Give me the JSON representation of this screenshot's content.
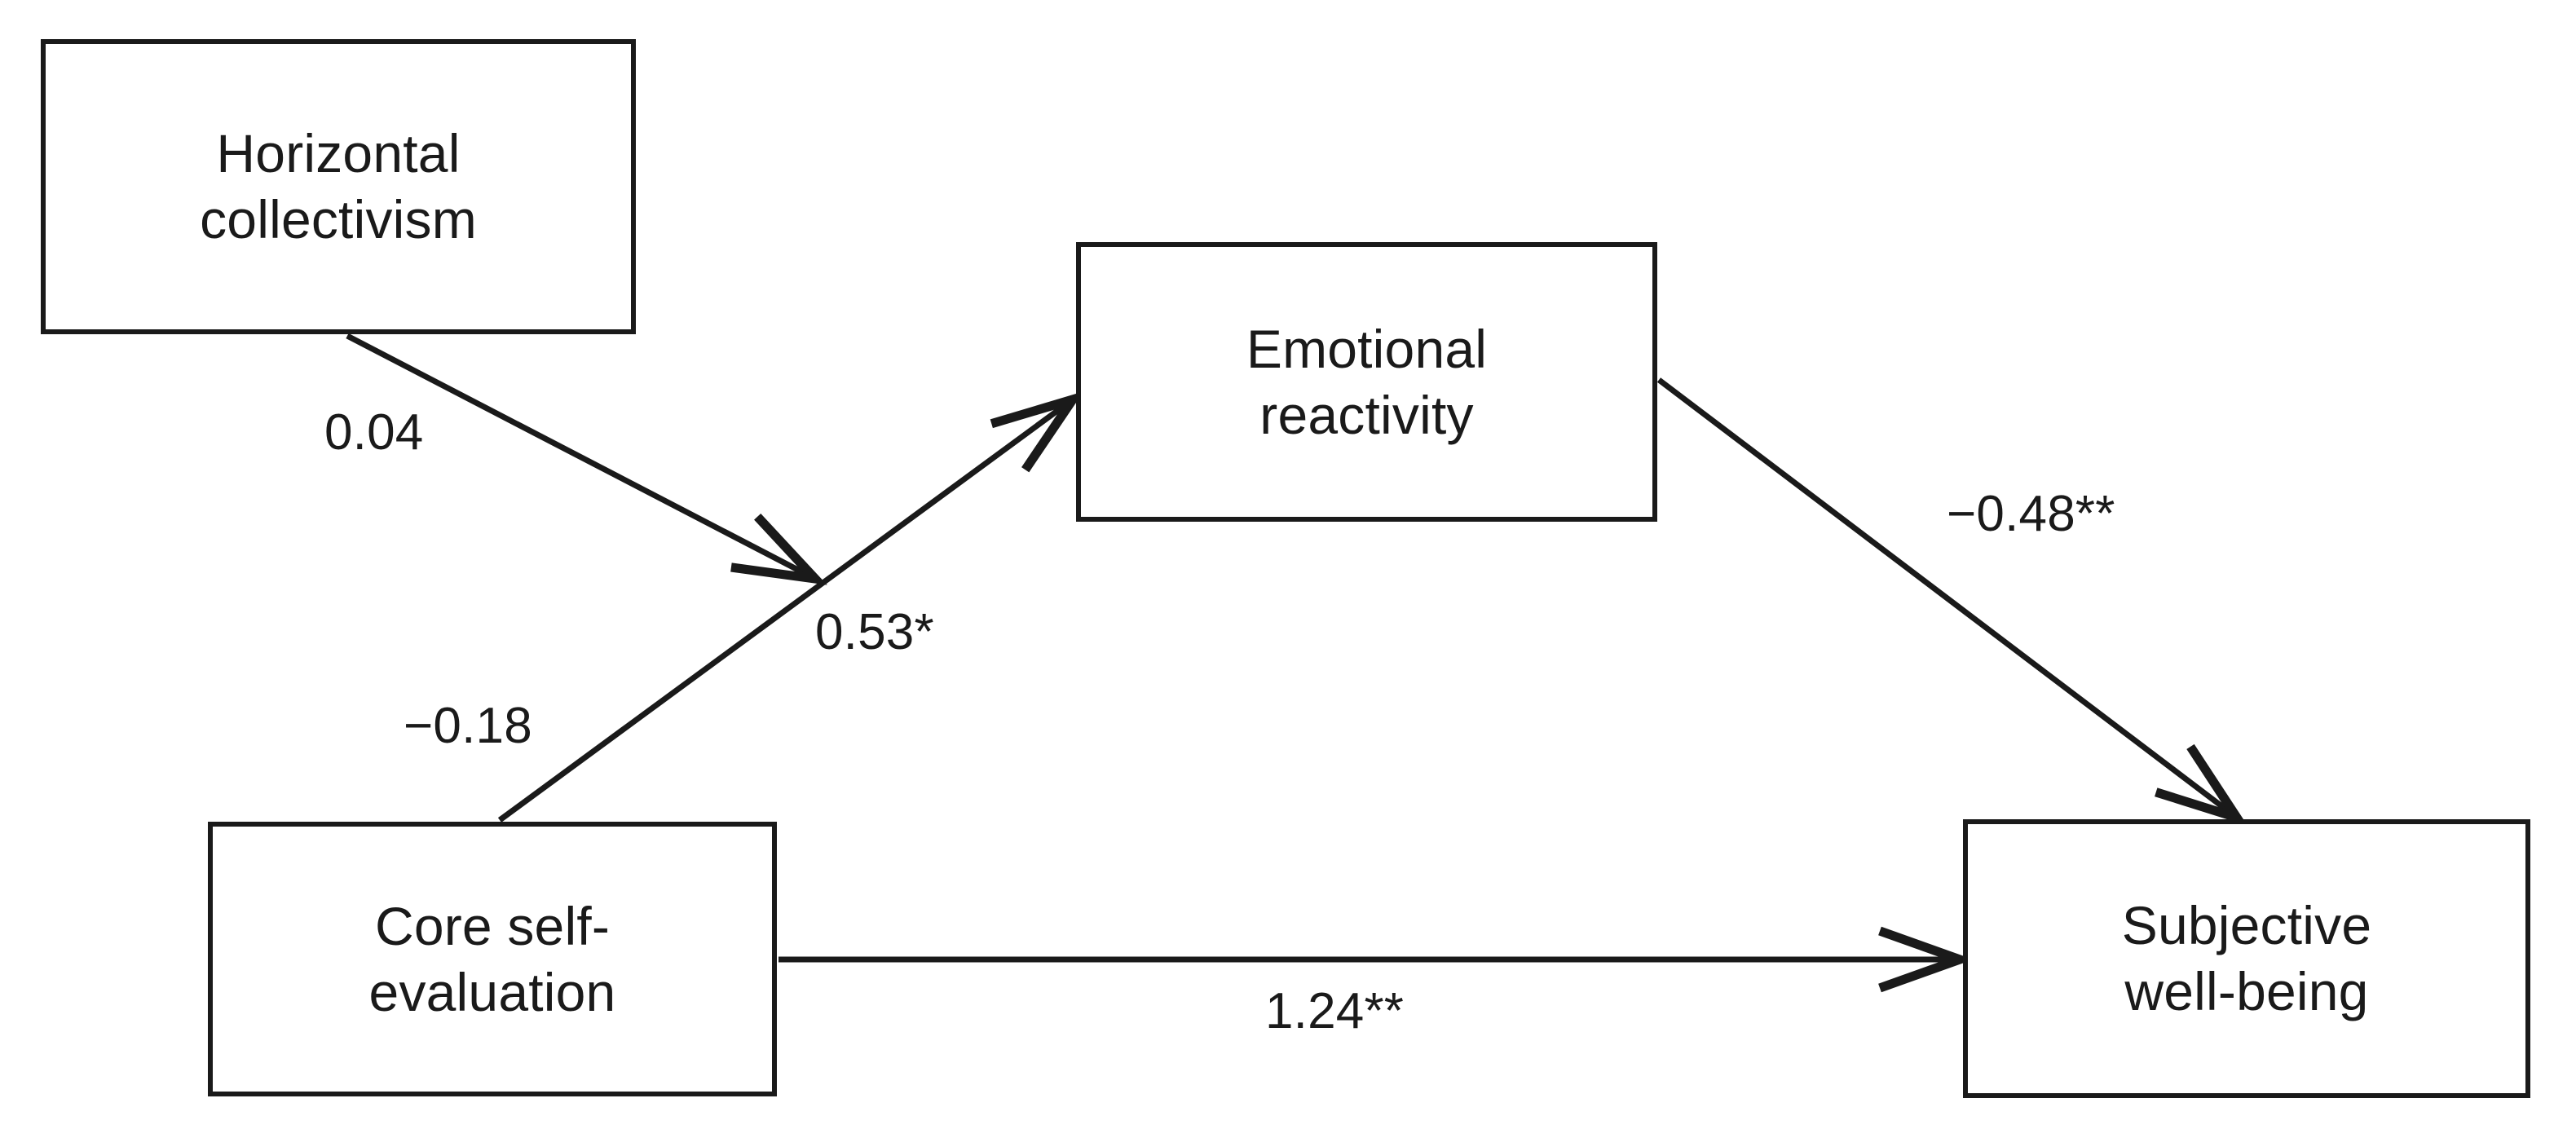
{
  "figure": {
    "type": "path-diagram",
    "background_color": "#ffffff",
    "stroke_color": "#1a1a1a",
    "nodes": [
      {
        "id": "horizontal-collectivism",
        "label": "Horizontal\ncollectivism"
      },
      {
        "id": "emotional-reactivity",
        "label": "Emotional\nreactivity"
      },
      {
        "id": "core-self-evaluation",
        "label": "Core self-\nevaluation"
      },
      {
        "id": "subjective-well-being",
        "label": "Subjective\nwell-being"
      }
    ],
    "edges": [
      {
        "id": "hc-to-cse-er-path",
        "from": "horizontal-collectivism",
        "to": "cse-to-er-path",
        "coefficient": "0.04",
        "value": 0.04,
        "significance": ""
      },
      {
        "id": "cse-to-er",
        "from": "core-self-evaluation",
        "to": "emotional-reactivity",
        "coefficient": "0.53*",
        "value": 0.53,
        "significance": "*"
      },
      {
        "id": "hc-moderation-label",
        "from": "horizontal-collectivism",
        "to": "cse-to-er-path",
        "coefficient": "−0.18",
        "value": -0.18,
        "significance": ""
      },
      {
        "id": "er-to-swb",
        "from": "emotional-reactivity",
        "to": "subjective-well-being",
        "coefficient": "−0.48**",
        "value": -0.48,
        "significance": "**"
      },
      {
        "id": "cse-to-swb",
        "from": "core-self-evaluation",
        "to": "subjective-well-being",
        "coefficient": "1.24**",
        "value": 1.24,
        "significance": "**"
      }
    ]
  }
}
